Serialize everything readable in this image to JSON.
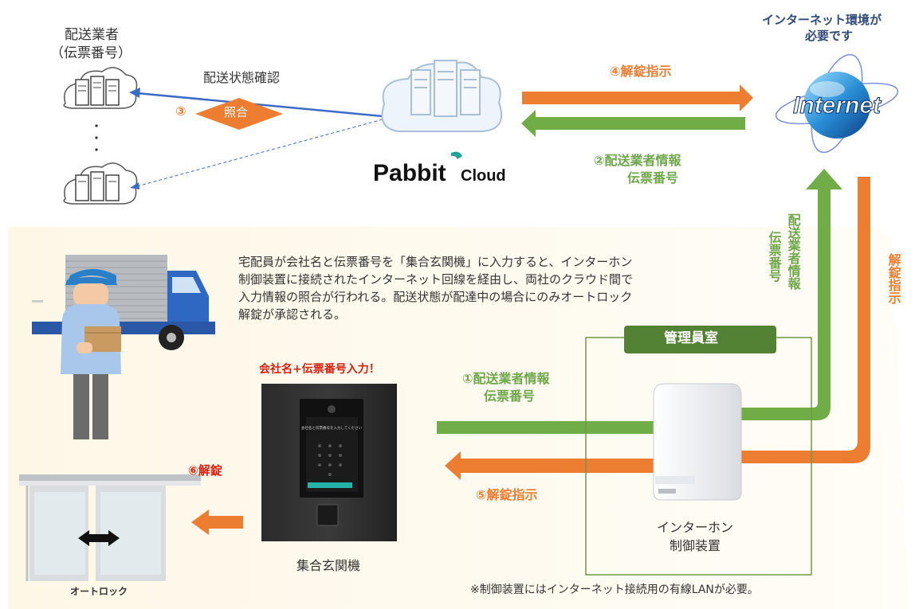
{
  "delivery_company": {
    "name": "配送業者",
    "sub": "（伝票番号）"
  },
  "labels": {
    "delivery_status_check": "配送状態確認",
    "step3_num": "③",
    "step3_label": "照合",
    "pabbit_logo": "Pabbit",
    "pabbit_cloud": "Cloud",
    "step4": "④解錠指示",
    "step2_line1": "②配送業者情報",
    "step2_line2": "伝票番号",
    "internet_note_line1": "インターネット環境が",
    "internet_note_line2": "必要です",
    "internet_logo": "Internet",
    "vertical_info": "配送業者情報",
    "vertical_slip": "伝票番号",
    "vertical_unlock": "解錠指示",
    "description": "宅配員が会社名と伝票番号を「集合玄関機」に入力すると、インターホン\n制御装置に接続されたインターネット回線を経由し、両社のクラウド間で\n入力情報の照合が行われる。配送状態が配達中の場合にのみオートロック\n解錠が承認される。",
    "management_room": "管理員室",
    "company_input": "会社名+伝票番号入力！",
    "step1_line1": "①配送業者情報",
    "step1_line2": "伝票番号",
    "step5": "⑤解錠指示",
    "step6": "⑥解錠",
    "intercom_line1": "インターホン",
    "intercom_line2": "制御装置",
    "entrance_device": "集合玄関機",
    "autolock": "オートロック",
    "footnote": "※制御装置にはインターネット接続用の有線LANが必要。",
    "panel_prompt": "会社名と伝票番号を入力してください"
  },
  "colors": {
    "orange": "#ed7d31",
    "green": "#70ad47",
    "navy": "#2f4a7a",
    "red": "#d9200f",
    "management_green": "#548235",
    "bg_cream": "#fdf8ea",
    "teal": "#1ba39c"
  },
  "icons": [
    "server-cloud-icon",
    "internet-globe-icon",
    "truck-icon",
    "delivery-person-icon",
    "door-icon",
    "intercom-panel-icon",
    "control-unit-icon"
  ]
}
